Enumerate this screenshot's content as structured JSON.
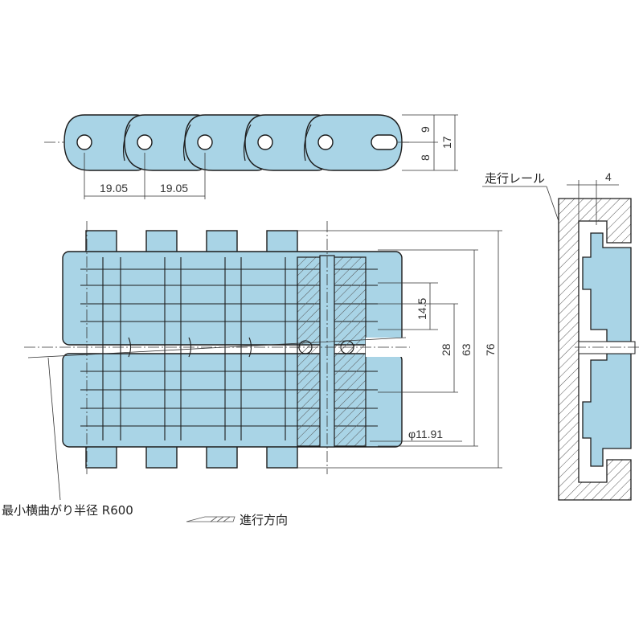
{
  "colors": {
    "chain_fill": "#a9d4e6",
    "chain_stroke": "#1c1c1c",
    "hatch": "#555555",
    "dim_line": "#333333"
  },
  "side_view": {
    "pitch_1": "19.05",
    "pitch_2": "19.05",
    "upper_height": "9",
    "lower_height": "8",
    "total_height": "17"
  },
  "top_view": {
    "dim_inner": "14.5",
    "dim_28": "28",
    "dim_63": "63",
    "dim_76": "76",
    "pin_diameter": "φ11.91"
  },
  "rail_view": {
    "rail_label": "走行レール",
    "gap_dim": "4"
  },
  "labels": {
    "min_radius": "最小横曲がり半径 R600",
    "travel_direction": "進行方向"
  }
}
